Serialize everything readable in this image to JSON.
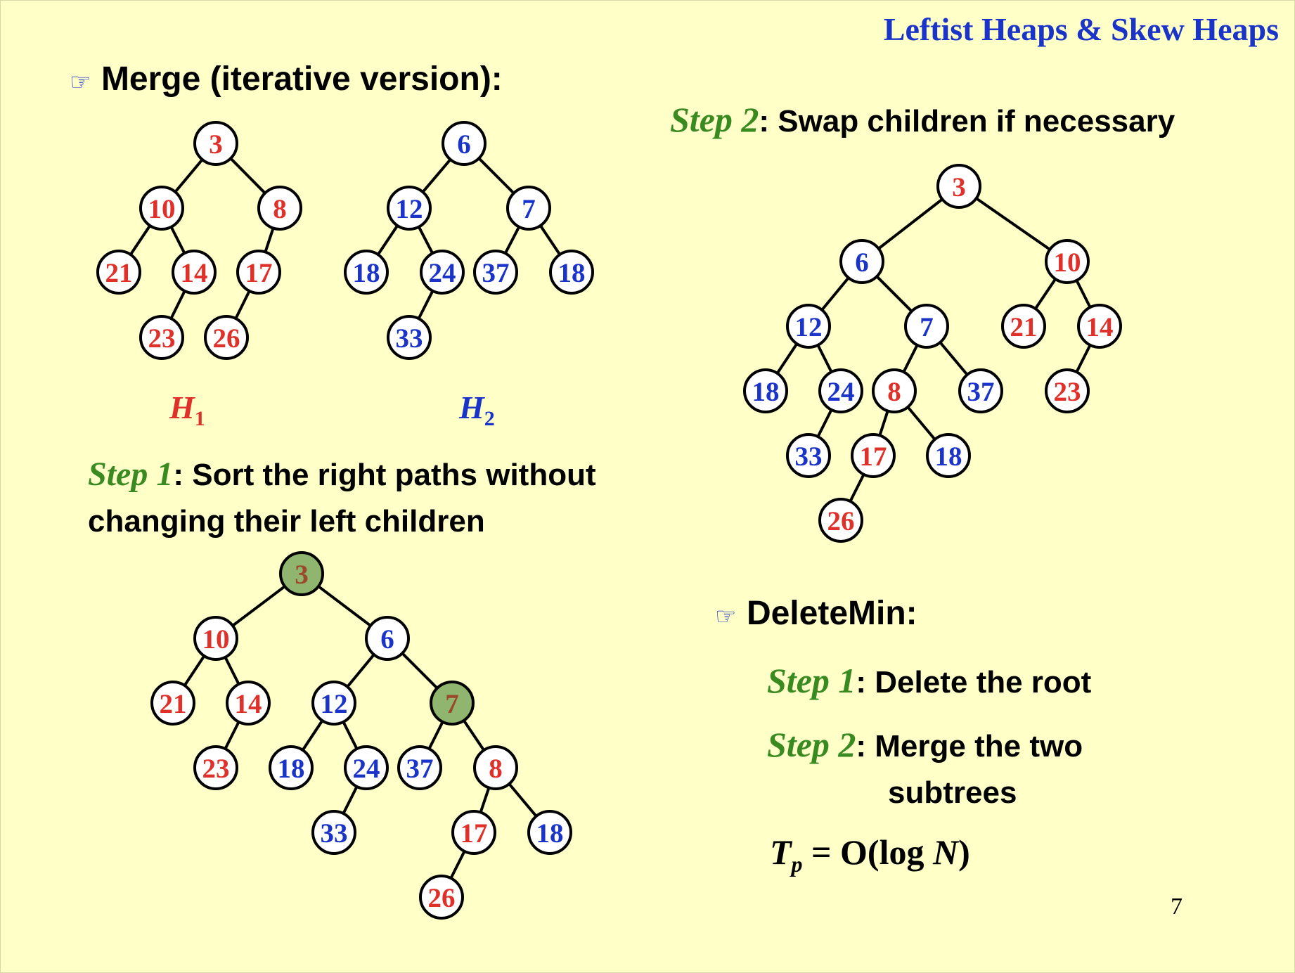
{
  "header": {
    "title": "Leftist Heaps & Skew Heaps"
  },
  "merge": {
    "bullet_glyph": "☞",
    "title": "Merge (iterative version):"
  },
  "labels": {
    "h1": "H",
    "h1_sub": "1",
    "h2": "H",
    "h2_sub": "2"
  },
  "step1": {
    "label": "Step 1",
    "colon": ":",
    "text_line1": " Sort the right paths without",
    "text_line2": "changing their left children"
  },
  "step2": {
    "label": "Step 2",
    "colon": ":",
    "text": " Swap children if necessary"
  },
  "deletemin": {
    "bullet_glyph": "☞",
    "title": "DeleteMin:",
    "step1_label": "Step 1",
    "step1_text": ": Delete the root",
    "step2_label": "Step 2",
    "step2_text": ": Merge the two",
    "step2_text_line2": "subtrees",
    "complexity_T": "T",
    "complexity_sub": "p",
    "complexity_rest": " = O(log ",
    "complexity_N": "N",
    "complexity_close": ")"
  },
  "page_number": "7",
  "colors": {
    "h1": "#e0302a",
    "h2": "#1a33c8",
    "highlight_fill": "#8fb56e",
    "highlight_text": "#9a4a2a",
    "node_fill": "#ffffff",
    "node_stroke": "#000000"
  },
  "trees": {
    "h1": {
      "nodes": [
        {
          "id": "a",
          "key": "3",
          "heap": "h1"
        },
        {
          "id": "b",
          "key": "10",
          "heap": "h1"
        },
        {
          "id": "c",
          "key": "8",
          "heap": "h1"
        },
        {
          "id": "d",
          "key": "21",
          "heap": "h1"
        },
        {
          "id": "e",
          "key": "14",
          "heap": "h1"
        },
        {
          "id": "f",
          "key": "17",
          "heap": "h1"
        },
        {
          "id": "g",
          "key": "23",
          "heap": "h1"
        },
        {
          "id": "h",
          "key": "26",
          "heap": "h1"
        }
      ],
      "edges": [
        [
          "a",
          "b"
        ],
        [
          "a",
          "c"
        ],
        [
          "b",
          "d"
        ],
        [
          "b",
          "e"
        ],
        [
          "c",
          "f"
        ],
        [
          "e",
          "g"
        ],
        [
          "f",
          "h"
        ]
      ]
    },
    "h2": {
      "nodes": [
        {
          "id": "a",
          "key": "6",
          "heap": "h2"
        },
        {
          "id": "b",
          "key": "12",
          "heap": "h2"
        },
        {
          "id": "c",
          "key": "7",
          "heap": "h2"
        },
        {
          "id": "d",
          "key": "18",
          "heap": "h2"
        },
        {
          "id": "e",
          "key": "24",
          "heap": "h2"
        },
        {
          "id": "f",
          "key": "37",
          "heap": "h2"
        },
        {
          "id": "g",
          "key": "18",
          "heap": "h2"
        },
        {
          "id": "h",
          "key": "33",
          "heap": "h2"
        }
      ],
      "edges": [
        [
          "a",
          "b"
        ],
        [
          "a",
          "c"
        ],
        [
          "b",
          "d"
        ],
        [
          "b",
          "e"
        ],
        [
          "c",
          "f"
        ],
        [
          "c",
          "g"
        ],
        [
          "e",
          "h"
        ]
      ]
    },
    "step1": {
      "nodes": [
        {
          "id": "a",
          "key": "3",
          "heap": "h1",
          "highlight": true
        },
        {
          "id": "b",
          "key": "10",
          "heap": "h1"
        },
        {
          "id": "c",
          "key": "6",
          "heap": "h2"
        },
        {
          "id": "d",
          "key": "21",
          "heap": "h1"
        },
        {
          "id": "e",
          "key": "14",
          "heap": "h1"
        },
        {
          "id": "f",
          "key": "12",
          "heap": "h2"
        },
        {
          "id": "g",
          "key": "7",
          "heap": "h2",
          "highlight": true
        },
        {
          "id": "h",
          "key": "23",
          "heap": "h1"
        },
        {
          "id": "i",
          "key": "18",
          "heap": "h2"
        },
        {
          "id": "j",
          "key": "24",
          "heap": "h2"
        },
        {
          "id": "k",
          "key": "37",
          "heap": "h2"
        },
        {
          "id": "l",
          "key": "8",
          "heap": "h1"
        },
        {
          "id": "m",
          "key": "33",
          "heap": "h2"
        },
        {
          "id": "n",
          "key": "17",
          "heap": "h1"
        },
        {
          "id": "o",
          "key": "18",
          "heap": "h2"
        },
        {
          "id": "p",
          "key": "26",
          "heap": "h1"
        }
      ],
      "edges": [
        [
          "a",
          "b"
        ],
        [
          "a",
          "c"
        ],
        [
          "b",
          "d"
        ],
        [
          "b",
          "e"
        ],
        [
          "e",
          "h"
        ],
        [
          "c",
          "f"
        ],
        [
          "c",
          "g"
        ],
        [
          "f",
          "i"
        ],
        [
          "f",
          "j"
        ],
        [
          "j",
          "m"
        ],
        [
          "g",
          "k"
        ],
        [
          "g",
          "l"
        ],
        [
          "l",
          "n"
        ],
        [
          "l",
          "o"
        ],
        [
          "n",
          "p"
        ]
      ]
    },
    "step2": {
      "nodes": [
        {
          "id": "a",
          "key": "3",
          "heap": "h1"
        },
        {
          "id": "b",
          "key": "6",
          "heap": "h2"
        },
        {
          "id": "c",
          "key": "10",
          "heap": "h1"
        },
        {
          "id": "d",
          "key": "12",
          "heap": "h2"
        },
        {
          "id": "e",
          "key": "7",
          "heap": "h2"
        },
        {
          "id": "f",
          "key": "21",
          "heap": "h1"
        },
        {
          "id": "g",
          "key": "14",
          "heap": "h1"
        },
        {
          "id": "h",
          "key": "18",
          "heap": "h2"
        },
        {
          "id": "i",
          "key": "24",
          "heap": "h2"
        },
        {
          "id": "j",
          "key": "8",
          "heap": "h1"
        },
        {
          "id": "k",
          "key": "37",
          "heap": "h2"
        },
        {
          "id": "l",
          "key": "23",
          "heap": "h1"
        },
        {
          "id": "m",
          "key": "33",
          "heap": "h2"
        },
        {
          "id": "n",
          "key": "17",
          "heap": "h1"
        },
        {
          "id": "o",
          "key": "18",
          "heap": "h2"
        },
        {
          "id": "p",
          "key": "26",
          "heap": "h1"
        }
      ],
      "edges": [
        [
          "a",
          "b"
        ],
        [
          "a",
          "c"
        ],
        [
          "b",
          "d"
        ],
        [
          "b",
          "e"
        ],
        [
          "d",
          "h"
        ],
        [
          "d",
          "i"
        ],
        [
          "i",
          "m"
        ],
        [
          "e",
          "j"
        ],
        [
          "e",
          "k"
        ],
        [
          "j",
          "n"
        ],
        [
          "j",
          "o"
        ],
        [
          "n",
          "p"
        ],
        [
          "c",
          "f"
        ],
        [
          "c",
          "g"
        ],
        [
          "g",
          "l"
        ]
      ]
    }
  }
}
